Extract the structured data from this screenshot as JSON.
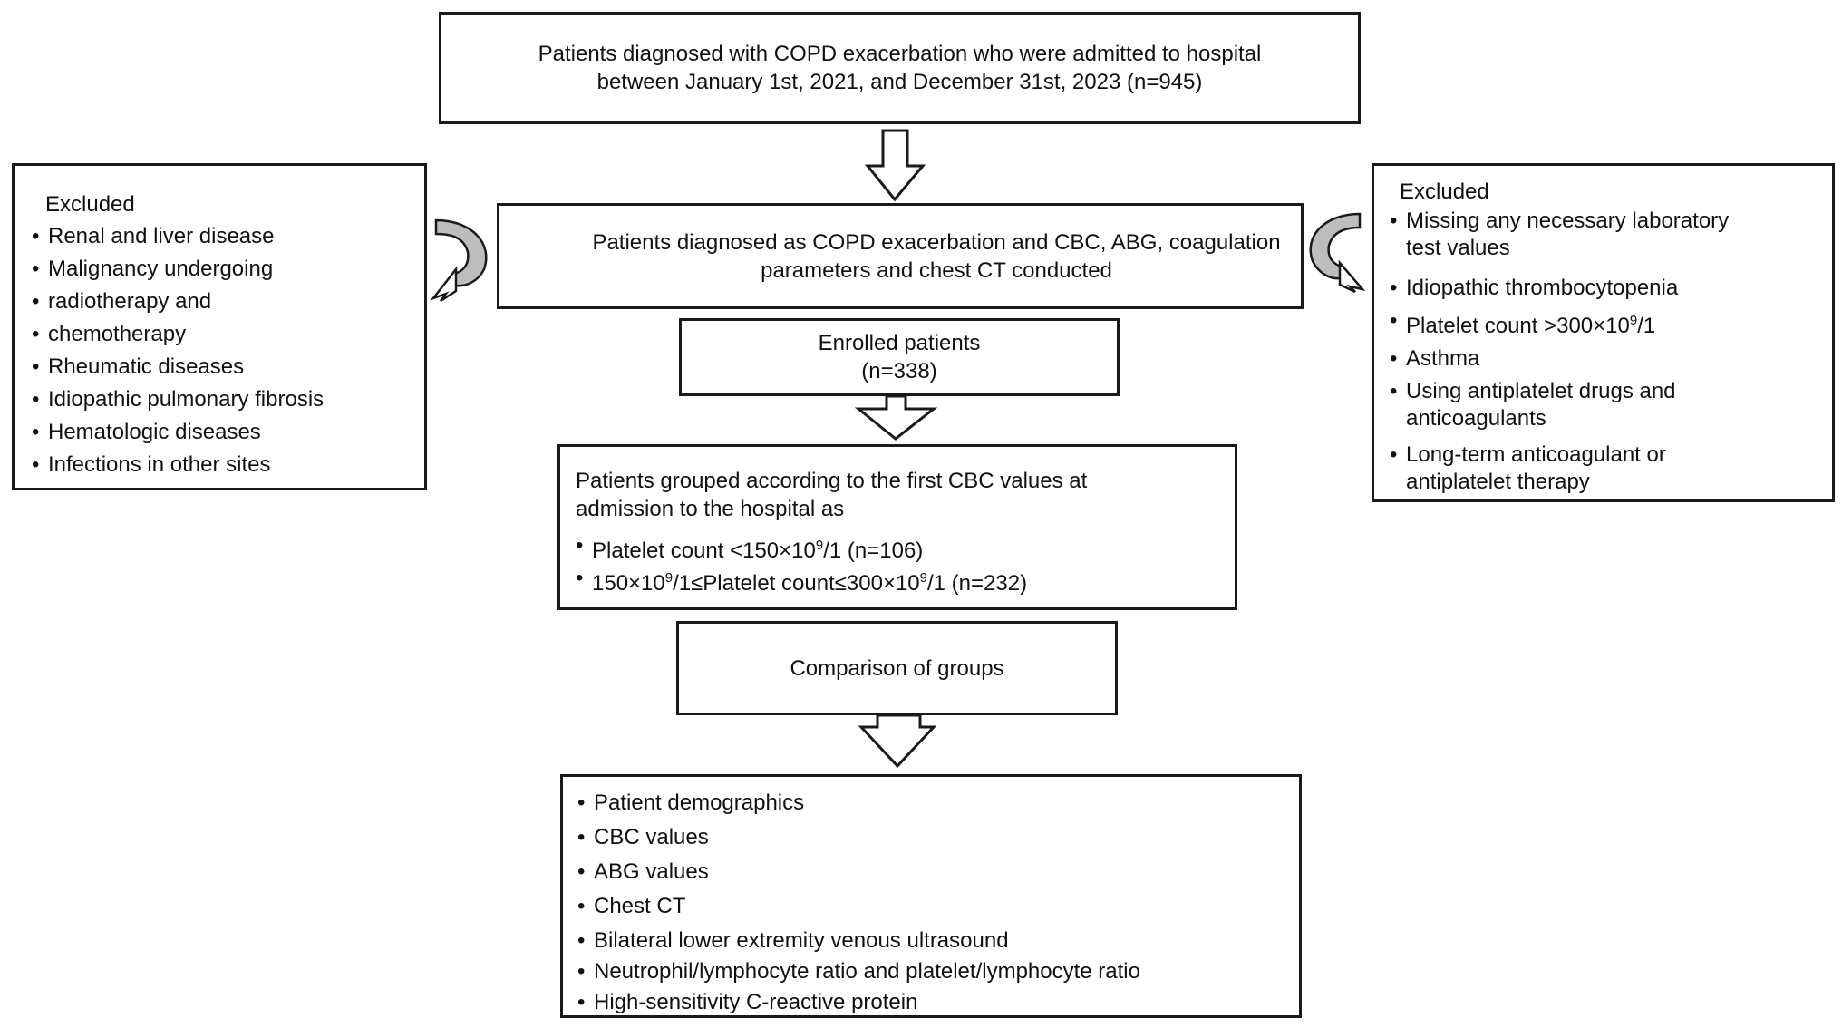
{
  "diagram": {
    "top_box": {
      "line1": "Patients diagnosed with COPD exacerbation who were admitted to hospital",
      "line2": "between January 1st, 2021, and December 31st, 2023 (n=945)"
    },
    "screen_box": {
      "line1": "Patients diagnosed as COPD exacerbation and CBC, ABG, coagulation",
      "line2": "parameters and chest CT conducted"
    },
    "enrolled_box": {
      "line1": "Enrolled patients",
      "line2": "(n=338)"
    },
    "grouped_box": {
      "line1": "Patients grouped according to the first CBC values at",
      "line2": "admission to the hospital as",
      "group1": {
        "pre": "Platelet count <150×10",
        "sup": "9",
        "post": "/1 (n=106)"
      },
      "group2": {
        "a": "150×10",
        "sup1": "9",
        "b": "/1≤Platelet count≤300×10",
        "sup2": "9",
        "c": "/1 (n=232)"
      }
    },
    "comparison_box": {
      "label": "Comparison of groups"
    },
    "outcomes_box": {
      "items": [
        "Patient demographics",
        "CBC values",
        "ABG values",
        "Chest CT",
        "Bilateral lower extremity venous ultrasound",
        "Neutrophil/lymphocyte ratio and platelet/lymphocyte ratio",
        "High-sensitivity C-reactive protein"
      ]
    },
    "left_excluded": {
      "heading": "Excluded",
      "items": [
        "Renal and liver disease",
        "Malignancy undergoing",
        "radiotherapy and",
        "chemotherapy",
        "Rheumatic diseases",
        "Idiopathic pulmonary fibrosis",
        "Hematologic diseases",
        "Infections in other sites"
      ]
    },
    "right_excluded": {
      "heading": "Excluded",
      "item1_line1": "Missing any necessary laboratory",
      "item1_line2": "test values",
      "item2": "Idiopathic thrombocytopenia",
      "item3": {
        "pre": "Platelet count >300×10",
        "sup": "9",
        "post": "/1"
      },
      "item4": "Asthma",
      "item5_line1": "Using antiplatelet drugs and",
      "item5_line2": "anticoagulants",
      "item6_line1": "Long-term anticoagulant or",
      "item6_line2": "antiplatelet therapy"
    },
    "colors": {
      "border": "#1a1a1a",
      "curved_arrow_fill": "#bdbdbd",
      "background": "#ffffff"
    }
  }
}
